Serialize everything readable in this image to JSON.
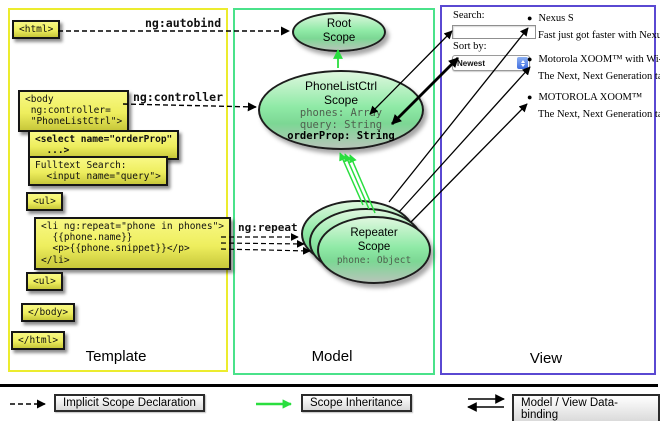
{
  "diagram": {
    "connectors": {
      "autobind_label": "ng:autobind",
      "controller_label": "ng:controller",
      "repeat_label": "ng:repeat"
    },
    "template": {
      "title": "Template",
      "code_boxes": {
        "html_open": "<html>",
        "body_open": "<body\n ng:controller=\n \"PhoneListCtrl\">",
        "select": "<select name=\"orderProp\"\n  ...>",
        "fulltext": "Fulltext Search:\n  <input name=\"query\">",
        "ul_open": "<ul>",
        "li_repeat": "<li ng:repeat=\"phone in phones\">\n  {{phone.name}}\n  <p>{{phone.snippet}}</p>\n</li>",
        "ul_close": "<ul>",
        "body_close": "</body>",
        "html_close": "</html>"
      }
    },
    "model": {
      "title": "Model",
      "root_scope": {
        "title": "Root\nScope"
      },
      "phonelist_scope": {
        "title": "PhoneListCtrl\nScope",
        "props_regular": "phones: Array\nquery: String",
        "prop_bold": "orderProp: String"
      },
      "repeater_scope": {
        "title": "Repeater\nScope",
        "prop": "phone: Object"
      }
    },
    "view": {
      "title": "View",
      "search_label": "Search:",
      "sort_label": "Sort by:",
      "sort_value": "Newest",
      "items": [
        {
          "name": "Nexus S",
          "desc": "Fast just got faster with Nexus S."
        },
        {
          "name": "Motorola XOOM™ with Wi-Fi",
          "desc": "The Next, Next Generation tablet."
        },
        {
          "name": "MOTOROLA XOOM™",
          "desc": "The Next, Next Generation tablet."
        }
      ]
    },
    "legend": {
      "implicit": "Implicit Scope Declaration",
      "inheritance": "Scope Inheritance",
      "binding": "Model / View Data-binding"
    },
    "colors": {
      "template_border": "#ecec2e",
      "model_border": "#4ae28a",
      "view_border": "#5a48d2",
      "scope_green": "#8feaa6",
      "arrow_green": "#2ade3f",
      "code_yellow": "#eeee5e"
    }
  }
}
